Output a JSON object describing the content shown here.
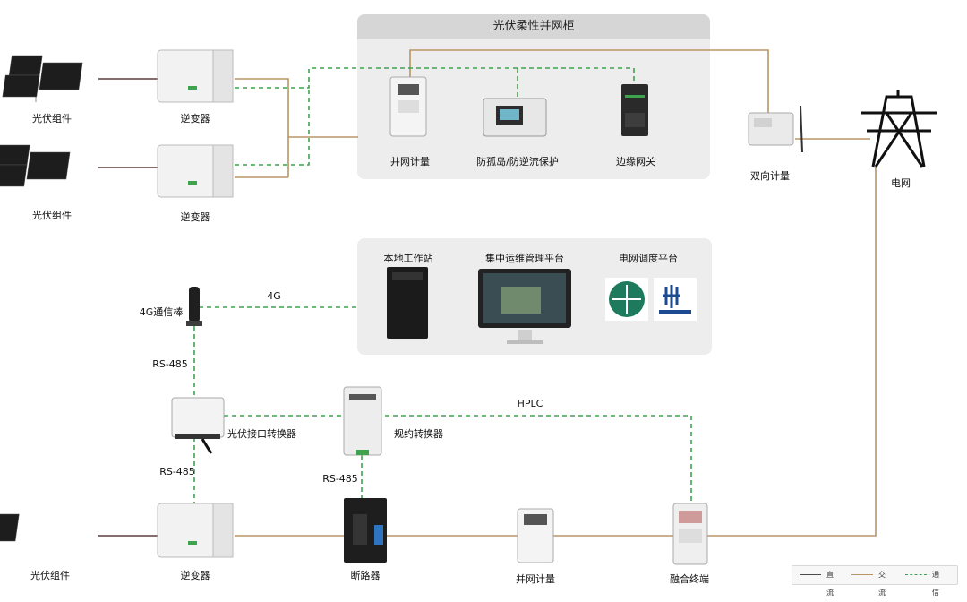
{
  "panels": {
    "grid_cabinet_title": "光伏柔性并网柜",
    "platform_titles": [
      "本地工作站",
      "集中运维管理平台",
      "电网调度平台"
    ]
  },
  "labels": {
    "pv1": "光伏组件",
    "inv1": "逆变器",
    "pv2": "光伏组件",
    "inv2": "逆变器",
    "meter_grid": "并网计量",
    "anti_island": "防孤岛/防逆流保护",
    "edge_gateway": "边缘网关",
    "bidir_meter": "双向计量",
    "grid": "电网",
    "stick": "4G通信棒",
    "link_4g": "4G",
    "rs485_a": "RS-485",
    "rs485_b": "RS-485",
    "rs485_c": "RS-485",
    "pv_converter": "光伏接口转换器",
    "protocol_converter": "规约转换器",
    "hplc": "HPLC",
    "pv3": "光伏组件",
    "inv3": "逆变器",
    "breaker": "断路器",
    "meter_bottom": "并网计量",
    "fusion_terminal": "融合终端"
  },
  "legend": [
    {
      "label": "直流",
      "color": "#4a4a4a",
      "style": "solid"
    },
    {
      "label": "交流",
      "color": "#b89566",
      "style": "solid"
    },
    {
      "label": "通信",
      "color": "#3fa34d",
      "style": "dashed"
    }
  ],
  "colors": {
    "dc": "#5a3d3d",
    "ac": "#b89566",
    "comm": "#3fa34d"
  }
}
